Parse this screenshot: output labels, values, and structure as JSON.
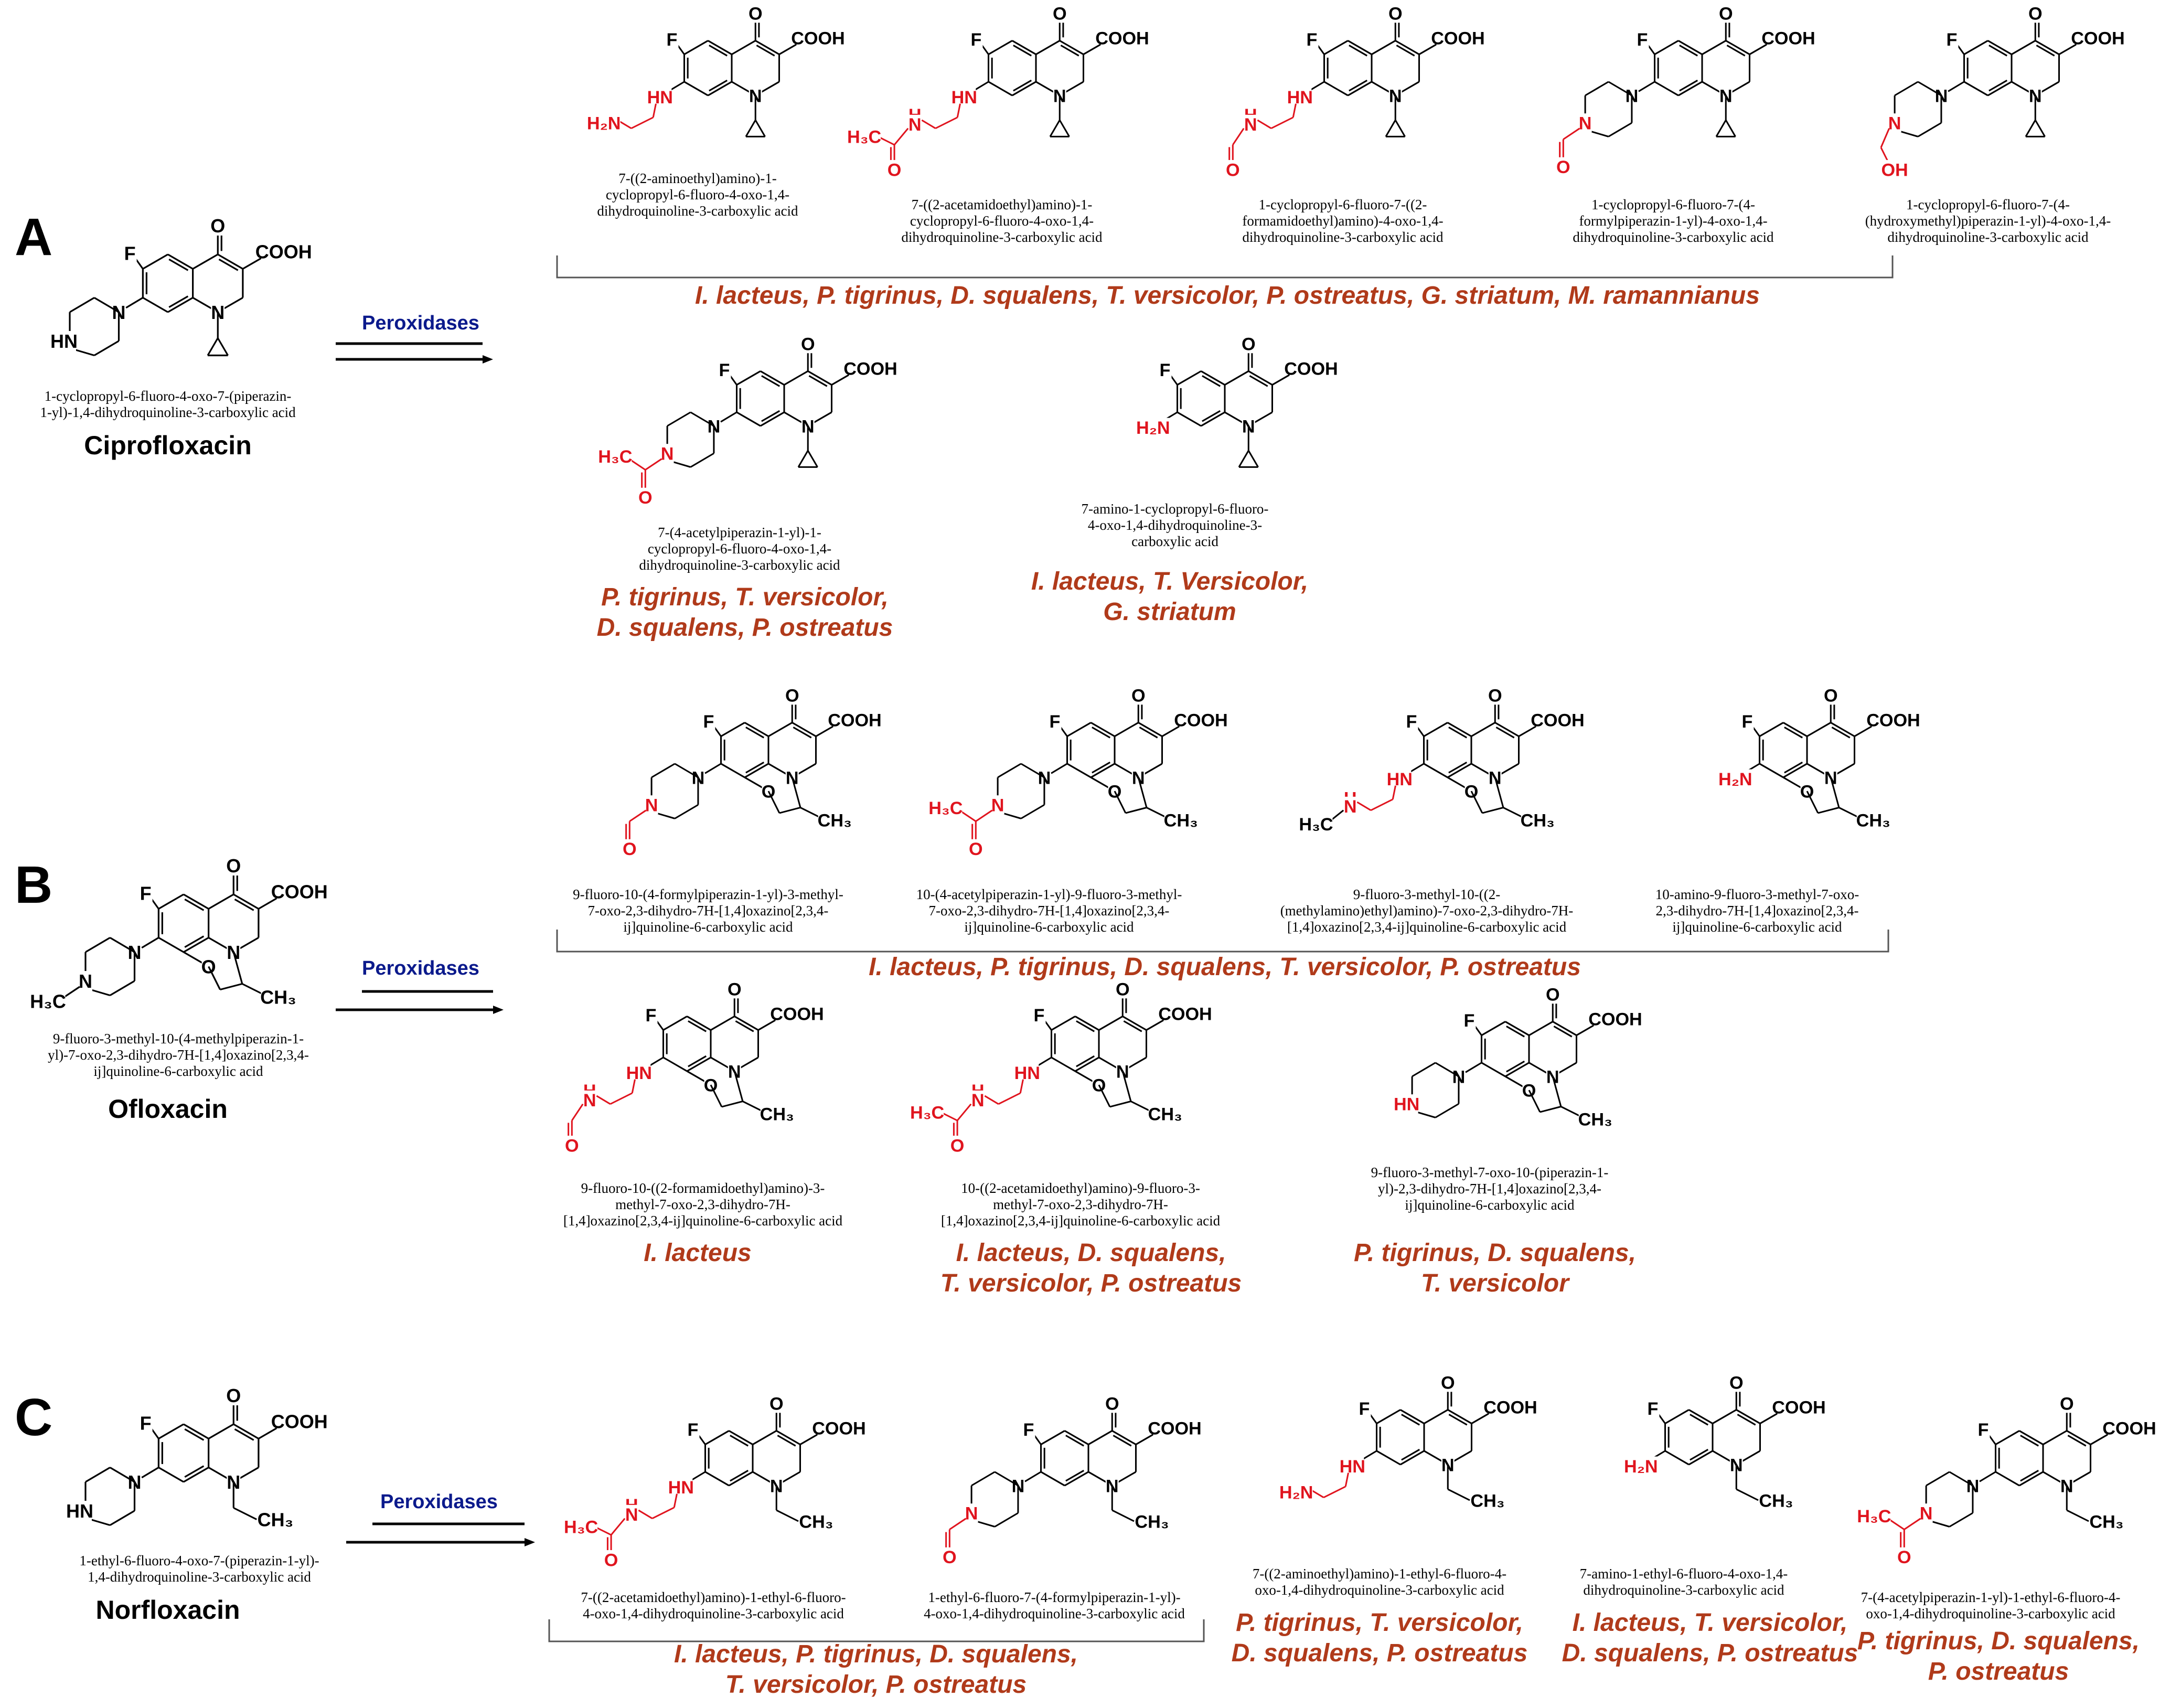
{
  "colors": {
    "organism_text": "#b03a1a",
    "arrow_label": "#0b1a8c",
    "modification": "#e0141e",
    "structure": "#000000"
  },
  "arrow_label": "Peroxidases",
  "panels": [
    {
      "letter": "A",
      "parent": {
        "name": "Ciprofloxacin",
        "iupac": "1-cyclopropyl-6-fluoro-4-oxo-7-(piperazin-\n1-yl)-1,4-dihydroquinoline-3-carboxylic acid"
      },
      "products": [
        {
          "iupac": "7-((2-aminoethyl)amino)-1-\ncyclopropyl-6-fluoro-4-oxo-1,4-\ndihydroquinoline-3-carboxylic acid"
        },
        {
          "iupac": "7-((2-acetamidoethyl)amino)-1-\ncyclopropyl-6-fluoro-4-oxo-1,4-\ndihydroquinoline-3-carboxylic acid"
        },
        {
          "iupac": "1-cyclopropyl-6-fluoro-7-((2-\nformamidoethyl)amino)-4-oxo-1,4-\ndihydroquinoline-3-carboxylic acid"
        },
        {
          "iupac": "1-cyclopropyl-6-fluoro-7-(4-\nformylpiperazin-1-yl)-4-oxo-1,4-\ndihydroquinoline-3-carboxylic acid"
        },
        {
          "iupac": "1-cyclopropyl-6-fluoro-7-(4-\n(hydroxymethyl)piperazin-1-yl)-4-oxo-1,4-\ndihydroquinoline-3-carboxylic acid"
        },
        {
          "iupac": "7-(4-acetylpiperazin-1-yl)-1-\ncyclopropyl-6-fluoro-4-oxo-1,4-\ndihydroquinoline-3-carboxylic acid"
        },
        {
          "iupac": "7-amino-1-cyclopropyl-6-fluoro-\n4-oxo-1,4-dihydroquinoline-3-\ncarboxylic acid"
        }
      ],
      "organisms": [
        "I. lacteus, P. tigrinus, D. squalens, T. versicolor, P. ostreatus, G. striatum, M. ramannianus",
        "P. tigrinus, T. versicolor,\nD. squalens, P. ostreatus",
        "I. lacteus, T. Versicolor,\nG. striatum"
      ]
    },
    {
      "letter": "B",
      "parent": {
        "name": "Ofloxacin",
        "iupac": "9-fluoro-3-methyl-10-(4-methylpiperazin-1-\nyl)-7-oxo-2,3-dihydro-7H-[1,4]oxazino[2,3,4-\nij]quinoline-6-carboxylic acid"
      },
      "products": [
        {
          "iupac": "9-fluoro-10-(4-formylpiperazin-1-yl)-3-methyl-\n7-oxo-2,3-dihydro-7H-[1,4]oxazino[2,3,4-\nij]quinoline-6-carboxylic acid"
        },
        {
          "iupac": "10-(4-acetylpiperazin-1-yl)-9-fluoro-3-methyl-\n7-oxo-2,3-dihydro-7H-[1,4]oxazino[2,3,4-\nij]quinoline-6-carboxylic acid"
        },
        {
          "iupac": "9-fluoro-3-methyl-10-((2-\n(methylamino)ethyl)amino)-7-oxo-2,3-dihydro-7H-\n[1,4]oxazino[2,3,4-ij]quinoline-6-carboxylic acid"
        },
        {
          "iupac": "10-amino-9-fluoro-3-methyl-7-oxo-\n2,3-dihydro-7H-[1,4]oxazino[2,3,4-\nij]quinoline-6-carboxylic acid"
        },
        {
          "iupac": "9-fluoro-10-((2-formamidoethyl)amino)-3-\nmethyl-7-oxo-2,3-dihydro-7H-\n[1,4]oxazino[2,3,4-ij]quinoline-6-carboxylic acid"
        },
        {
          "iupac": "10-((2-acetamidoethyl)amino)-9-fluoro-3-\nmethyl-7-oxo-2,3-dihydro-7H-\n[1,4]oxazino[2,3,4-ij]quinoline-6-carboxylic acid"
        },
        {
          "iupac": "9-fluoro-3-methyl-7-oxo-10-(piperazin-1-\nyl)-2,3-dihydro-7H-[1,4]oxazino[2,3,4-\nij]quinoline-6-carboxylic acid"
        }
      ],
      "organisms": [
        "I. lacteus, P. tigrinus, D. squalens, T. versicolor, P. ostreatus",
        "I. lacteus",
        "I. lacteus, D. squalens,\nT. versicolor, P. ostreatus",
        "P. tigrinus, D. squalens,\nT. versicolor"
      ]
    },
    {
      "letter": "C",
      "parent": {
        "name": "Norfloxacin",
        "iupac": "1-ethyl-6-fluoro-4-oxo-7-(piperazin-1-yl)-\n1,4-dihydroquinoline-3-carboxylic acid"
      },
      "products": [
        {
          "iupac": "7-((2-acetamidoethyl)amino)-1-ethyl-6-fluoro-\n4-oxo-1,4-dihydroquinoline-3-carboxylic acid"
        },
        {
          "iupac": "1-ethyl-6-fluoro-7-(4-formylpiperazin-1-yl)-\n4-oxo-1,4-dihydroquinoline-3-carboxylic acid"
        },
        {
          "iupac": "7-((2-aminoethyl)amino)-1-ethyl-6-fluoro-4-\noxo-1,4-dihydroquinoline-3-carboxylic acid"
        },
        {
          "iupac": "7-amino-1-ethyl-6-fluoro-4-oxo-1,4-\ndihydroquinoline-3-carboxylic acid"
        },
        {
          "iupac": "7-(4-acetylpiperazin-1-yl)-1-ethyl-6-fluoro-4-\noxo-1,4-dihydroquinoline-3-carboxylic acid"
        }
      ],
      "organisms": [
        "I. lacteus, P. tigrinus, D. squalens,\nT. versicolor, P. ostreatus",
        "P. tigrinus, T. versicolor,\nD. squalens, P. ostreatus",
        "I. lacteus, T. versicolor,\nD. squalens, P. ostreatus",
        "P. tigrinus, D. squalens,\nP. ostreatus"
      ]
    }
  ],
  "atom_labels": {
    "O": "O",
    "COOH": "COOH",
    "F": "F",
    "N": "N",
    "HN": "HN",
    "H2N": "H₂N",
    "H3C": "H₃C",
    "CH3": "CH₃",
    "OH": "OH",
    "H": "H"
  }
}
